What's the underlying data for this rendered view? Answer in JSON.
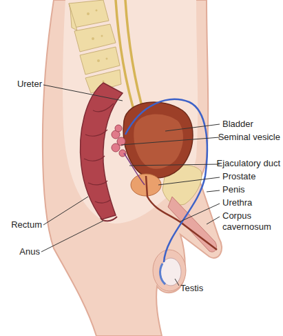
{
  "diagram": {
    "labels": [
      "Ureter",
      "Bladder",
      "Seminal vesicle",
      "Ejaculatory duct",
      "Prostate",
      "Penis",
      "Urethra",
      "Corpus cavernosum",
      "Rectum",
      "Anus",
      "Testis"
    ]
  }
}
